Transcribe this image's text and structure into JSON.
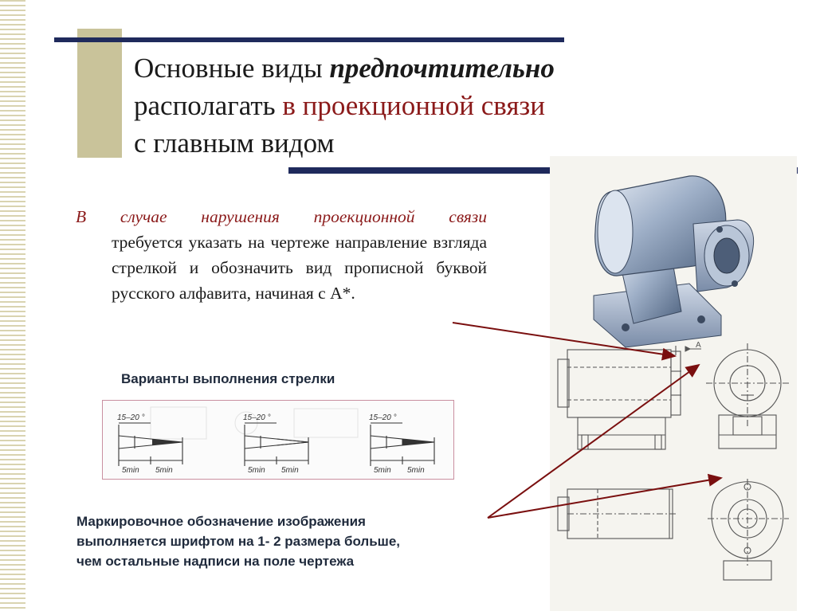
{
  "title": {
    "part1": "Основные виды ",
    "part2_emph": "предпочтительно",
    "part3": "располагать ",
    "part4_hl": "в проекционной связи",
    "part5": "с главным видом"
  },
  "paragraph": {
    "lead": "В случае нарушения проекционной связи",
    "rest": "требуется указать на чертеже направление взгляда стрелкой и обозначить вид прописной буквой русского алфавита, начиная с А*."
  },
  "variants_label": "Варианты выполнения стрелки",
  "arrow_variants": {
    "angle_label": "15–20 °",
    "dim_label": "5min"
  },
  "note": {
    "line1": "Маркировочное обозначение изображения",
    "line2": "выполняется шрифтом на 1- 2 размера больше,",
    "line3": "чем остальные надписи на поле чертежа"
  },
  "drawing": {
    "view_letter": "А"
  },
  "colors": {
    "accent_red": "#8b1a1a",
    "navy_rule": "#1f2a5c",
    "tan_block": "#c9c39a",
    "pointer_line": "#7a0f0f"
  }
}
